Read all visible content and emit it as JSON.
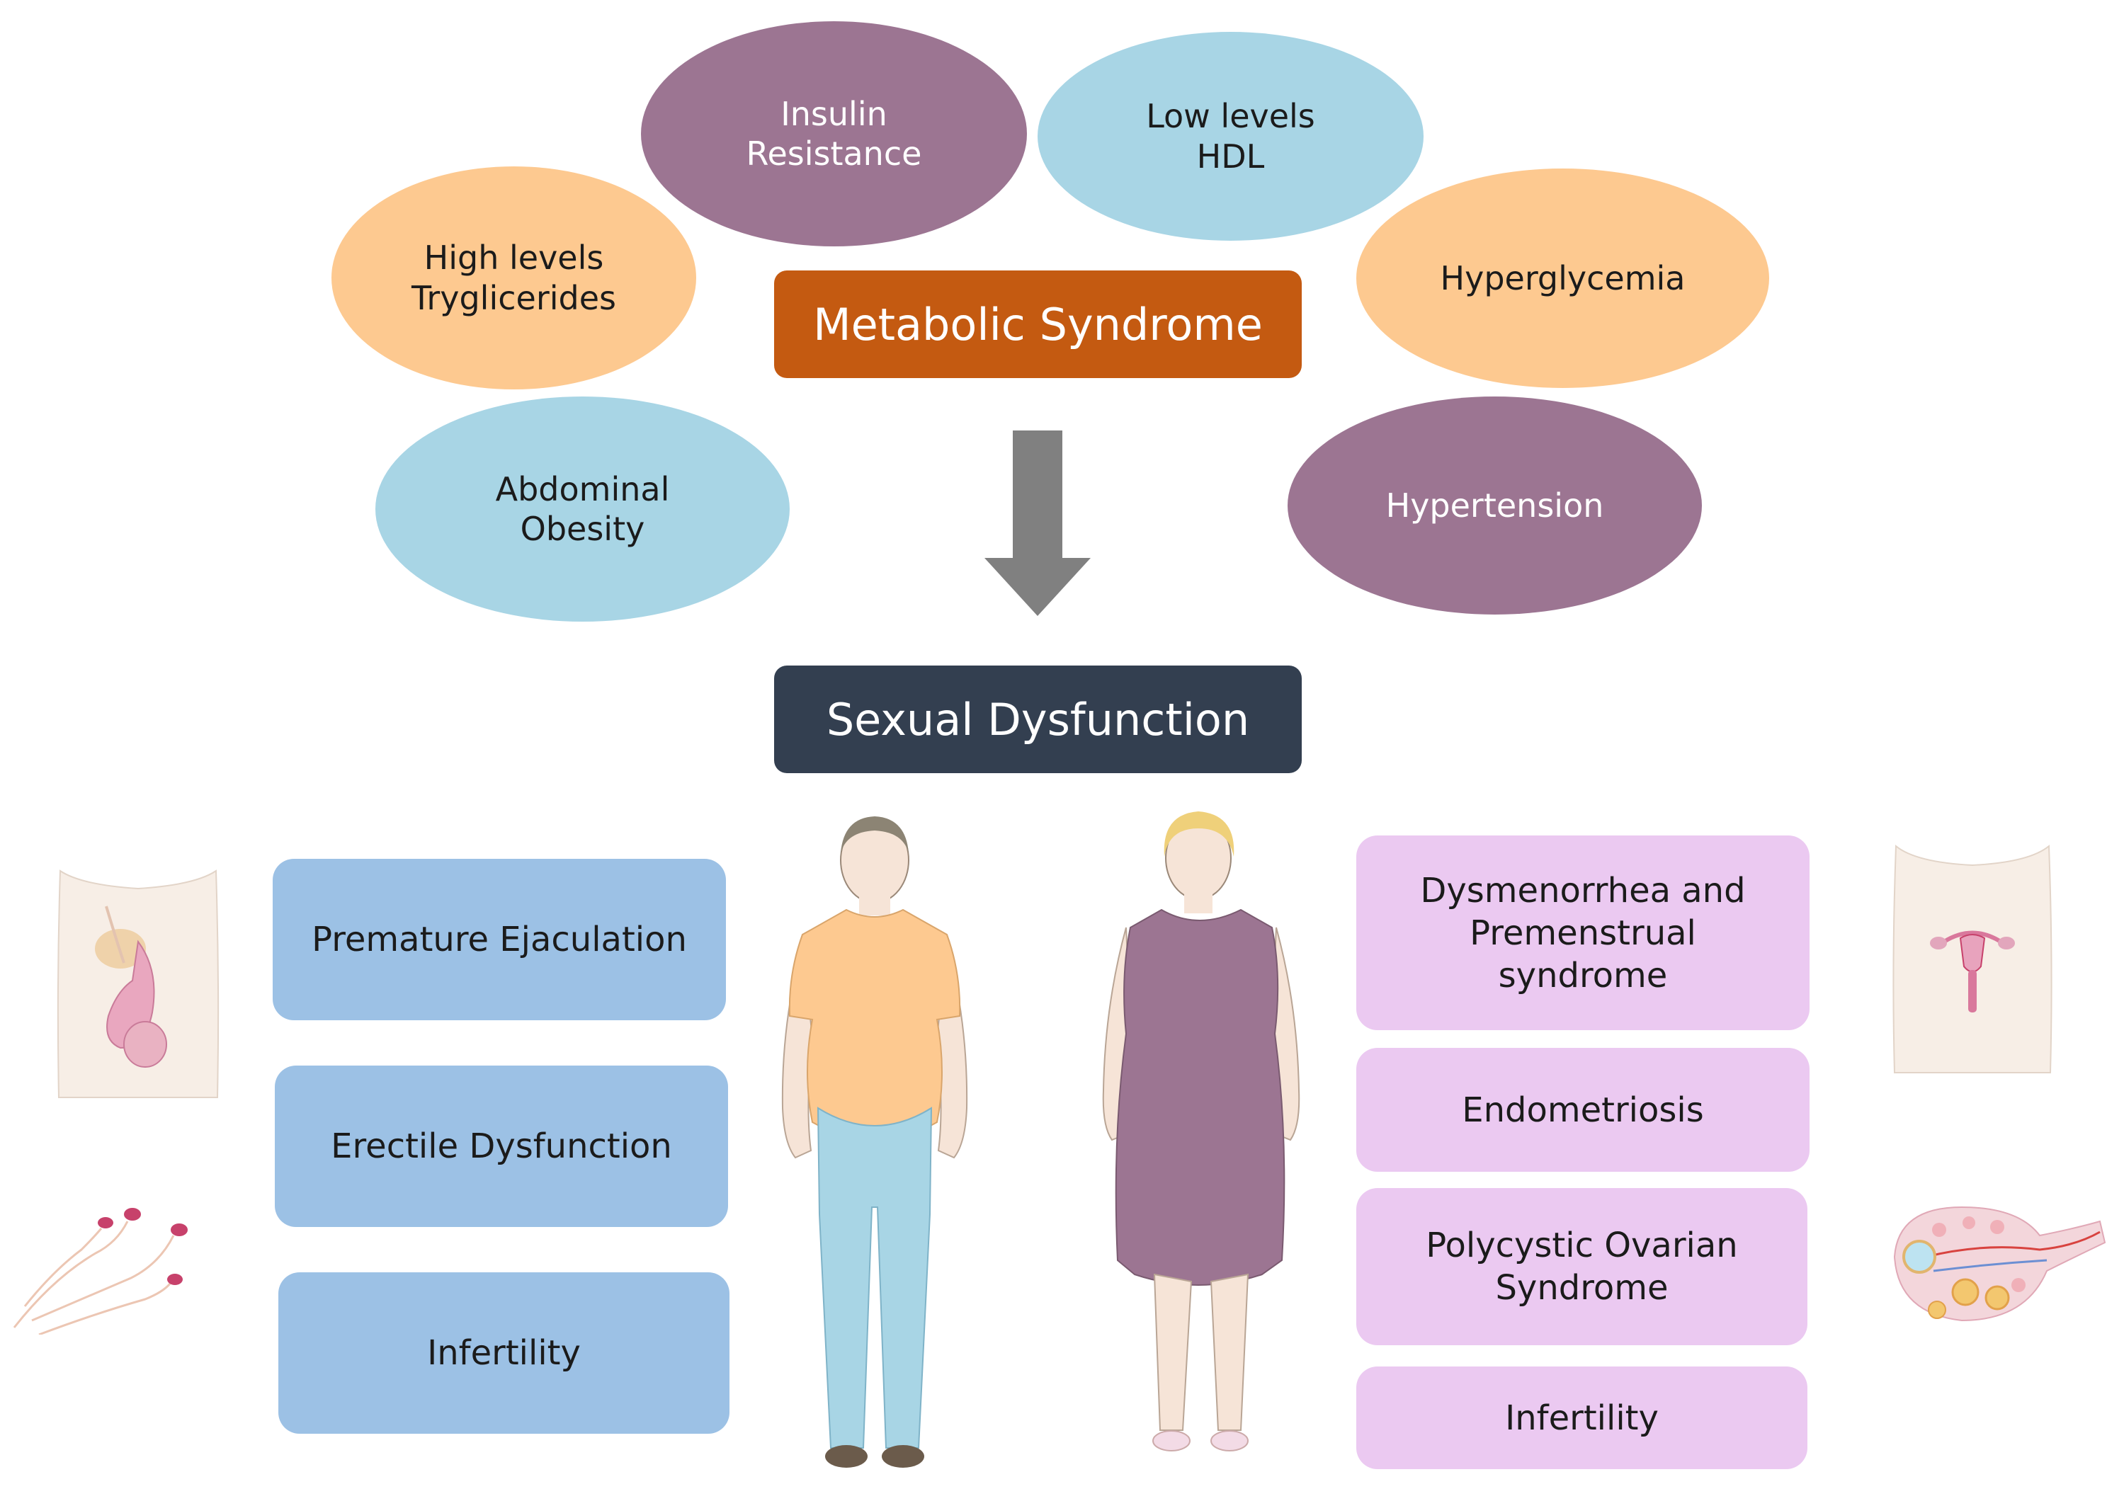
{
  "metabolic": {
    "title": "Metabolic Syndrome",
    "components": {
      "insulin": [
        "Insulin",
        "Resistance"
      ],
      "hdl": [
        "Low levels",
        "HDL"
      ],
      "triglycerides": [
        "High levels",
        "Tryglicerides"
      ],
      "hyperglycemia": [
        "Hyperglycemia"
      ],
      "obesity": [
        "Abdominal",
        "Obesity"
      ],
      "hypertension": [
        "Hypertension"
      ]
    }
  },
  "sexual": {
    "title": "Sexual Dysfunction",
    "male": [
      "Premature Ejaculation",
      "Erectile Dysfunction",
      "Infertility"
    ],
    "female": [
      [
        "Dysmenorrhea and",
        "Premenstrual",
        "syndrome"
      ],
      [
        "Endometriosis"
      ],
      [
        "Polycystic Ovarian",
        "Syndrome"
      ],
      [
        "Infertility"
      ]
    ]
  },
  "colors": {
    "metabolic_title": "#c45a11",
    "sexual_title": "#333f50",
    "purple": "#9c7592",
    "blue": "#a8d5e5",
    "orange": "#fdc990",
    "male_box": "#9cc1e5",
    "female_box": "#ebc9f1",
    "arrow": "#808080"
  },
  "icons": {
    "arrow": "down-arrow-icon",
    "male_figure": "obese-man-icon",
    "female_figure": "obese-woman-icon",
    "male_anatomy": "male-reproductive-anatomy-icon",
    "sperm": "sperm-cells-icon",
    "female_anatomy": "female-reproductive-anatomy-icon",
    "ovary": "ovary-icon"
  }
}
